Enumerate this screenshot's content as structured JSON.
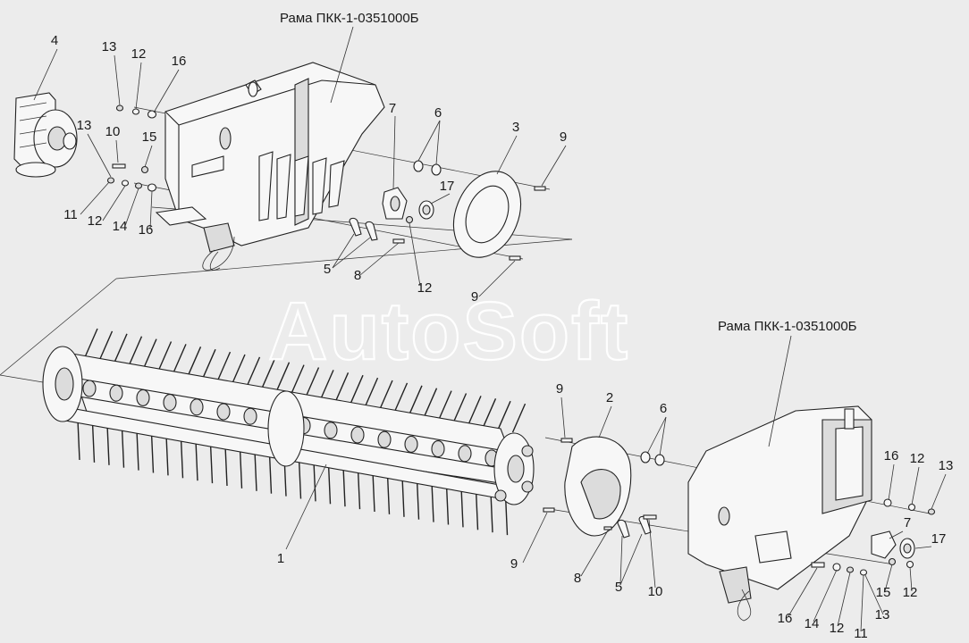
{
  "frame_caption_top": "Рама ПКК-1-0351000Б",
  "frame_caption_right": "Рама ПКК-1-0351000Б",
  "watermark": "AutoSoft",
  "callouts_top": [
    "4",
    "13",
    "12",
    "16",
    "13",
    "10",
    "15",
    "11",
    "12",
    "14",
    "16",
    "7",
    "6",
    "3",
    "9",
    "17",
    "5",
    "8",
    "12",
    "9"
  ],
  "callouts_bottom": [
    "1",
    "9",
    "2",
    "6",
    "9",
    "8",
    "5",
    "10",
    "16",
    "12",
    "13",
    "7",
    "17",
    "15",
    "12",
    "16",
    "14",
    "12",
    "11",
    "13"
  ]
}
